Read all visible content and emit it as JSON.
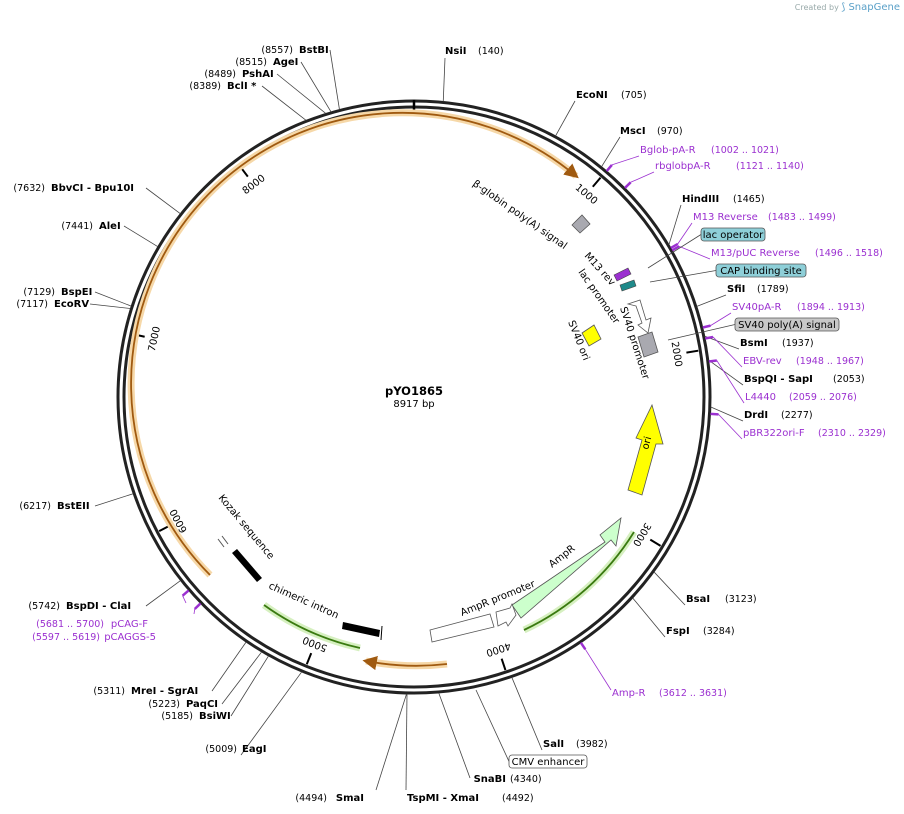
{
  "header": {
    "created_by": "Created by",
    "brand": "SnapGene"
  },
  "plasmid": {
    "name": "pYO1865",
    "length_label": "8917 bp",
    "length": 8917
  },
  "ticks": [
    "1000",
    "2000",
    "3000",
    "4000",
    "5000",
    "6000",
    "7000",
    "8000"
  ],
  "sites": [
    {
      "name": "NsiI",
      "pos": "(140)"
    },
    {
      "name": "EcoNI",
      "pos": "(705)"
    },
    {
      "name": "MscI",
      "pos": "(970)"
    },
    {
      "name": "HindIII",
      "pos": "(1465)"
    },
    {
      "name": "SfiI",
      "pos": "(1789)"
    },
    {
      "name": "BsmI",
      "pos": "(1937)"
    },
    {
      "name": "BspQI",
      "name2": "- SapI",
      "pos": "(2053)"
    },
    {
      "name": "DrdI",
      "pos": "(2277)"
    },
    {
      "name": "BsaI",
      "pos": "(3123)"
    },
    {
      "name": "FspI",
      "pos": "(3284)"
    },
    {
      "name": "SalI",
      "pos": "(3982)"
    },
    {
      "name": "SnaBI",
      "pos": "(4340)"
    },
    {
      "name": "TspMI",
      "name2": "- XmaI",
      "pos": "(4492)"
    },
    {
      "name": "SmaI",
      "pos": "(4494)"
    },
    {
      "name": "EagI",
      "pos": "(5009)"
    },
    {
      "name": "BsiWI",
      "pos": "(5185)"
    },
    {
      "name": "PaqCI",
      "pos": "(5223)"
    },
    {
      "name": "MreI",
      "name2": "- SgrAI",
      "pos": "(5311)"
    },
    {
      "name": "BspDI",
      "name2": "- ClaI",
      "pos": "(5742)"
    },
    {
      "name": "BstEII",
      "pos": "(6217)"
    },
    {
      "name": "EcoRV",
      "pos": "(7117)"
    },
    {
      "name": "BspEI",
      "pos": "(7129)"
    },
    {
      "name": "AleI",
      "pos": "(7441)"
    },
    {
      "name": "BbvCI",
      "name2": "- Bpu10I",
      "pos": "(7632)"
    },
    {
      "name": "BclI *",
      "pos": "(8389)"
    },
    {
      "name": "PshAI",
      "pos": "(8489)"
    },
    {
      "name": "AgeI",
      "pos": "(8515)"
    },
    {
      "name": "BstBI",
      "pos": "(8557)"
    }
  ],
  "primers": [
    {
      "name": "Bglob-pA-R",
      "pos": "(1002 .. 1021)"
    },
    {
      "name": "rbglobpA-R",
      "pos": "(1121 .. 1140)"
    },
    {
      "name": "M13 Reverse",
      "pos": "(1483 .. 1499)"
    },
    {
      "name": "M13/pUC Reverse",
      "pos": "(1496 .. 1518)"
    },
    {
      "name": "SV40pA-R",
      "pos": "(1894 .. 1913)"
    },
    {
      "name": "EBV-rev",
      "pos": "(1948 .. 1967)"
    },
    {
      "name": "L4440",
      "pos": "(2059 .. 2076)"
    },
    {
      "name": "pBR322ori-F",
      "pos": "(2310 .. 2329)"
    },
    {
      "name": "Amp-R",
      "pos": "(3612 .. 3631)"
    },
    {
      "name": "pCAG-F",
      "pos": "(5681 .. 5700)"
    },
    {
      "name": "pCAGGS-5",
      "pos": "(5597 .. 5619)"
    }
  ],
  "feature_boxes": [
    {
      "name": "lac operator",
      "color": "#8ecfd8"
    },
    {
      "name": "CAP binding site",
      "color": "#8ecfd8"
    },
    {
      "name": "SV40 poly(A) signal",
      "color": "#c8c8c8"
    },
    {
      "name": "CMV enhancer",
      "color": "#ffffff"
    }
  ],
  "feature_labels": {
    "bglobin": "β-globin poly(A) signal",
    "m13rev": "M13 rev",
    "lacprom": "lac promoter",
    "sv40prom": "SV40 promoter",
    "sv40ori": "SV40 ori",
    "ori": "ori",
    "ampr": "AmpR",
    "amprprom": "AmpR promoter",
    "kozak": "Kozak sequence",
    "intron": "chimeric intron"
  },
  "colors": {
    "orange_feature": "#e8a030",
    "ori": "#ffff00",
    "ampr": "#ccffcc",
    "primer": "#9b30d0",
    "backbone": "#222222"
  }
}
